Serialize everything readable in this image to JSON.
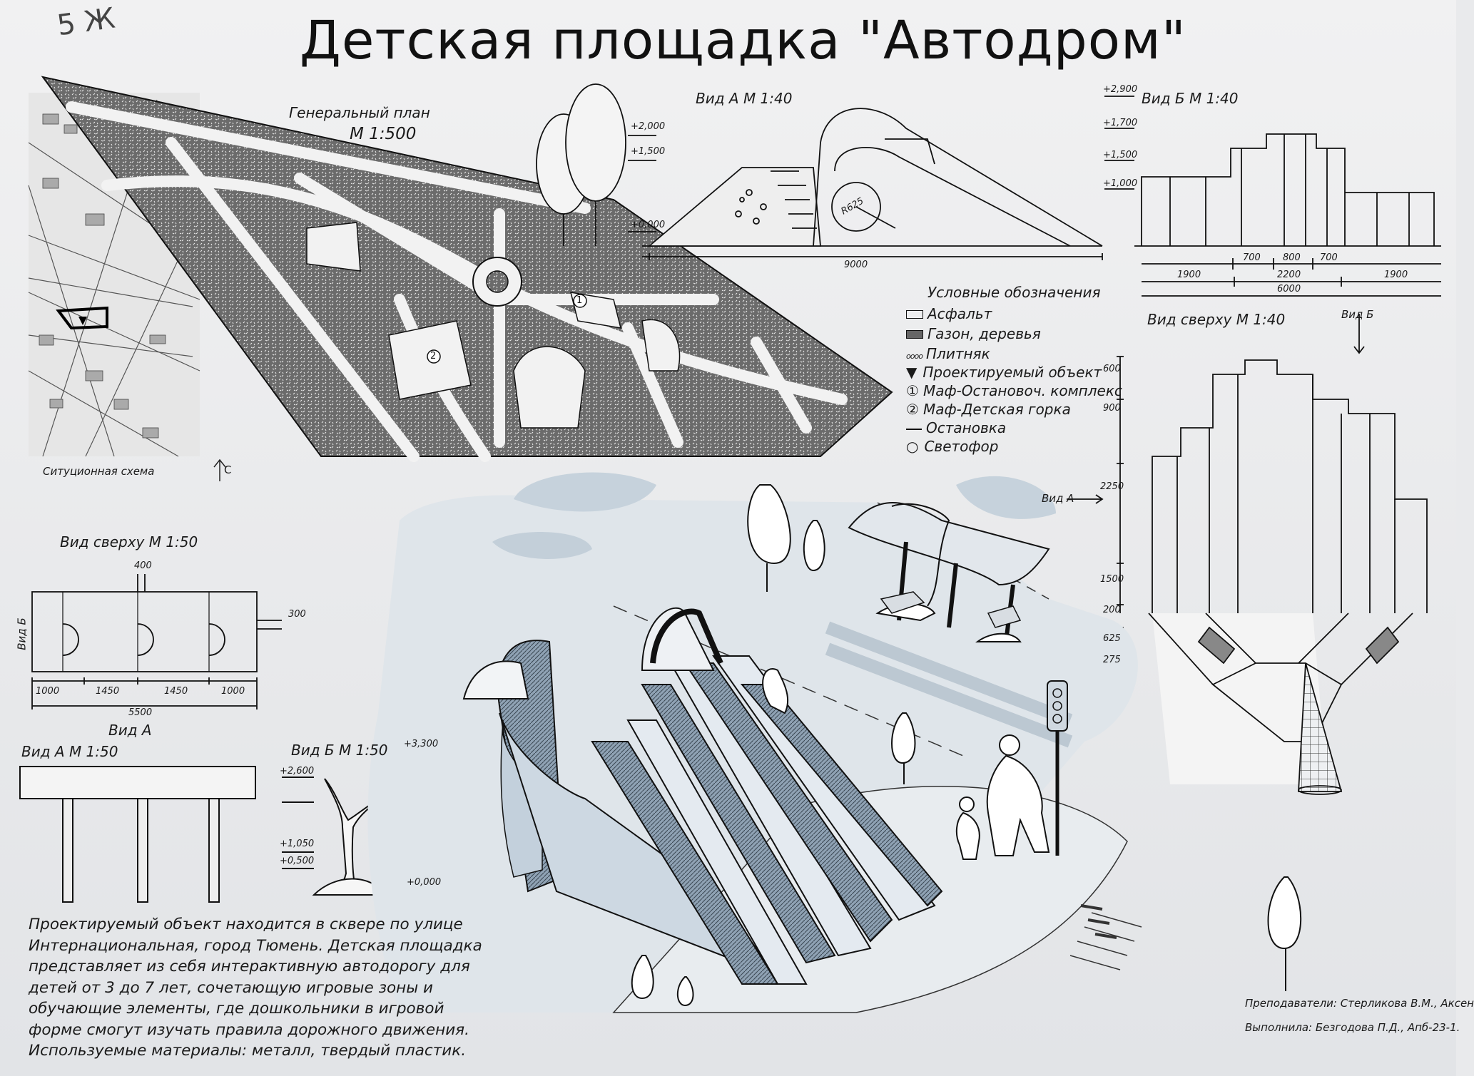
{
  "title": "Детская площадка \"Автодром\"",
  "corner_mark": "5 Ж",
  "master_plan": {
    "title": "Генеральный план",
    "scale": "М 1:500",
    "markers": [
      "1",
      "2"
    ]
  },
  "situation_scheme": {
    "label": "Ситуционная схема",
    "north": "С"
  },
  "view_a_top": {
    "label": "Вид А  М 1:40",
    "levels": [
      "+2,000",
      "+1,500",
      "+0,000"
    ],
    "dims": [
      "9000"
    ],
    "note": "R625"
  },
  "view_b_top": {
    "label": "Вид Б  М 1:40",
    "levels": [
      "+2,900",
      "+1,700",
      "+1,500",
      "+1,000"
    ],
    "dims": [
      "700",
      "800",
      "700",
      "1900",
      "2200",
      "1900",
      "6000"
    ]
  },
  "top_view_40": {
    "label": "Вид сверху  М 1:40",
    "view_b_arrow": "Вид Б",
    "view_a_arrow": "Вид А",
    "vdims": [
      "600",
      "900",
      "2250",
      "1500",
      "200",
      "625",
      "275"
    ]
  },
  "legend": {
    "title": "Условные обозначения",
    "items": [
      {
        "icon": "asphalt-swatch",
        "text": "Асфальт"
      },
      {
        "icon": "lawn-swatch",
        "text": "Газон, деревья"
      },
      {
        "icon": "tile-swatch",
        "text": "Плитняк"
      },
      {
        "icon": "triangle-marker",
        "text": "Проектируемый объект"
      },
      {
        "icon": "circle-1",
        "text": "Маф-Остановоч. комплекс"
      },
      {
        "icon": "circle-2",
        "text": "Маф-Детская горка"
      },
      {
        "icon": "bus-stop-line",
        "text": "Остановка"
      },
      {
        "icon": "small-circle",
        "text": "Светофор"
      }
    ]
  },
  "top_view_50": {
    "label": "Вид сверху  М 1:50",
    "side_label": "Вид Б",
    "bottom_label": "Вид А",
    "dims": [
      "400",
      "300",
      "1000",
      "1450",
      "1450",
      "1000",
      "5500"
    ]
  },
  "view_a_50": {
    "label": "Вид А  М 1:50"
  },
  "view_b_50": {
    "label": "Вид Б  М 1:50",
    "levels": [
      "+3,300",
      "+2,600",
      "+1,050",
      "+0,500",
      "+0,000"
    ]
  },
  "description": "Проектируемый объект находится в сквере по улице Интернациональная, город Тюмень. Детская площадка представляет из себя интерактивную автодорогу для детей от 3 до 7 лет, сочетающую игровые зоны и обучающие элементы, где дошкольники в игровой форме смогут изучать правила дорожного движения. Используемые материалы: металл, твердый пластик.",
  "credits": {
    "teachers": "Преподаватели: Стерликова В.М., Аксен",
    "author": "Выполнила: Безгодова П.Д., Апб-23-1."
  },
  "colors": {
    "ink": "#1a1a1a",
    "paper": "#eeeff0",
    "wash": "#c9d5e0",
    "wash_dark": "#9fb2c4"
  }
}
